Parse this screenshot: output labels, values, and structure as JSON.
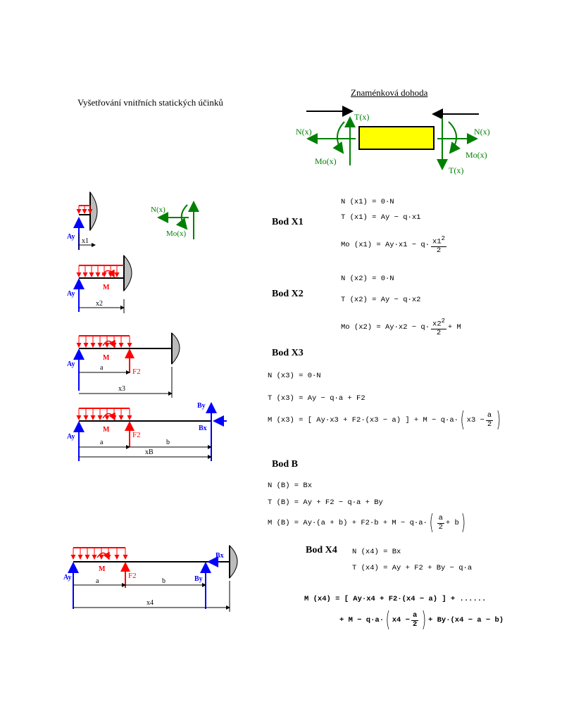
{
  "title": "Vyšetřování vnitřních statických účinků",
  "sign_convention": {
    "heading": "Znaménková dohoda",
    "labels": {
      "t": "T(x)",
      "n": "N(x)",
      "mo": "Mo(x)"
    },
    "box_color": "#ffff00"
  },
  "colors": {
    "red": "#ff0000",
    "blue": "#0000ff",
    "green": "#008000"
  },
  "diagram_labels": {
    "ay": "Ay",
    "by": "By",
    "bx": "Bx",
    "m": "M",
    "f2": "F2",
    "x1": "x1",
    "x2": "x2",
    "x3": "x3",
    "x4": "x4",
    "xB": "xB",
    "a": "a",
    "b": "b",
    "n": "N(x)",
    "mo": "Mo(x)"
  },
  "sections": {
    "x1": {
      "heading": "Bod X1",
      "n": "N (x1) = 0·N",
      "t": "T (x1) = Ay − q·x1",
      "mo_lhs": "Mo (x1) = Ay·x1 − q·",
      "mo_num": "x1",
      "mo_exp": "2",
      "mo_den": "2"
    },
    "x2": {
      "heading": "Bod X2",
      "n": "N (x2) = 0·N",
      "t": "T (x2) = Ay − q·x2",
      "mo_lhs": "Mo (x2) = Ay·x2 − q·",
      "mo_num": "x2",
      "mo_exp": "2",
      "mo_den": "2",
      "mo_rhs": "+ M"
    },
    "x3": {
      "heading": "Bod X3",
      "n": "N (x3) = 0·N",
      "t": "T (x3) = Ay − q·a + F2",
      "m_lhs": "M (x3) = [ Ay·x3 + F2·(x3 − a) ] + M − q·a·",
      "m_in": "x3 −",
      "m_num": "a",
      "m_den": "2"
    },
    "b": {
      "heading": "Bod B",
      "n": "N (B) = Bx",
      "t": "T (B) = Ay + F2 − q·a + By",
      "m_lhs": "M (B) = Ay·(a + b) + F2·b + M − q·a·",
      "m_num": "a",
      "m_den": "2",
      "m_in": "+ b"
    },
    "x4": {
      "heading": "Bod X4",
      "n": "N (x4) = Bx",
      "t": "T (x4) = Ay + F2 + By − q·a",
      "m_line1": "M (x4) = [ Ay·x4 + F2·(x4 − a) ] + ......",
      "m_line2_lhs": "+ M − q·a·",
      "m_in": "x4 −",
      "m_num": "a",
      "m_den": "2",
      "m_line2_rhs": "+ By·(x4 − a − b)"
    }
  }
}
